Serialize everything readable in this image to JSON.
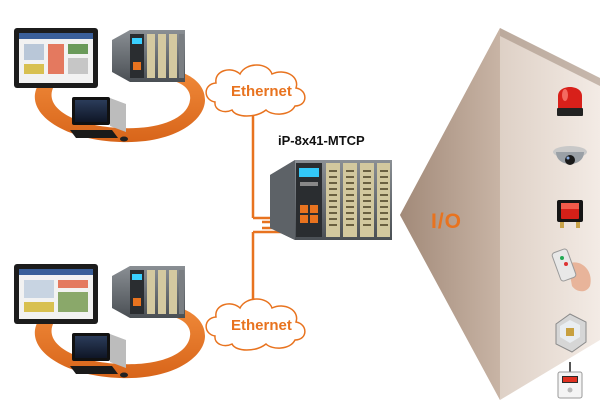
{
  "network": {
    "top_cloud_label": "Ethernet",
    "bottom_cloud_label": "Ethernet"
  },
  "controller": {
    "model_label": "iP-8x41-MTCP"
  },
  "io": {
    "label": "I/O",
    "devices": [
      "warning-light-icon",
      "dome-camera-icon",
      "rocker-switch-icon",
      "remote-control-icon",
      "relay-icon",
      "sensor-icon"
    ]
  },
  "colors": {
    "accent": "#e8731f",
    "wedge_light": "#efe4dc",
    "wedge_dark": "#b9a393"
  }
}
